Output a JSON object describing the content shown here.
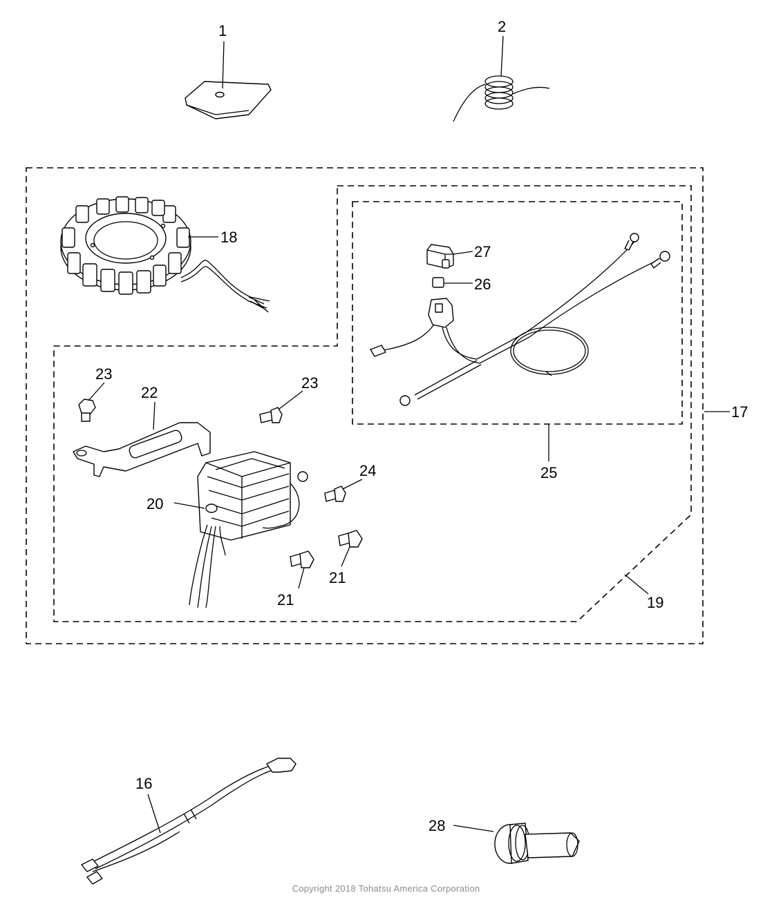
{
  "labels": {
    "p1": "1",
    "p2": "2",
    "p16": "16",
    "p17": "17",
    "p18": "18",
    "p19": "19",
    "p20": "20",
    "p21a": "21",
    "p21b": "21",
    "p22": "22",
    "p23a": "23",
    "p23b": "23",
    "p24": "24",
    "p25": "25",
    "p26": "26",
    "p27": "27",
    "p28": "28"
  },
  "copyright": "Copyright 2018 Tohatsu America Corporation"
}
